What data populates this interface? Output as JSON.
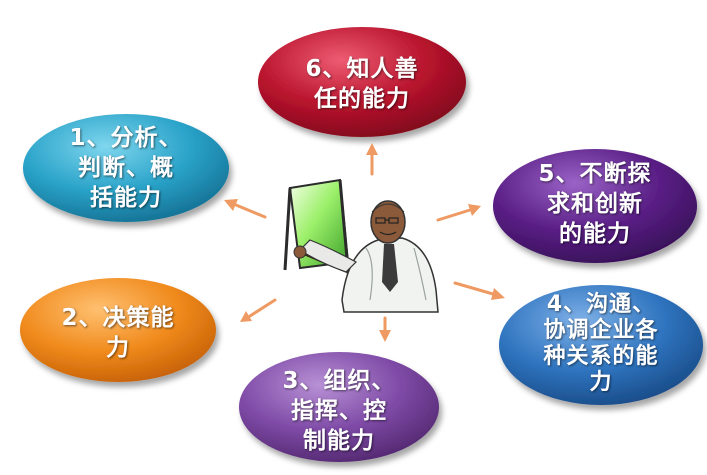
{
  "nodes": [
    {
      "id": "node-1",
      "lines": [
        "1、分析、",
        "判断、概",
        "括能力"
      ],
      "color": "#2aa3c9"
    },
    {
      "id": "node-2",
      "lines": [
        "2、决策能",
        "力"
      ],
      "color": "#f08a1c"
    },
    {
      "id": "node-3",
      "lines": [
        "3、组织、",
        "指挥、控",
        "制能力"
      ],
      "color": "#7e4aa6"
    },
    {
      "id": "node-4",
      "lines": [
        "4、沟通、",
        "协调企业各",
        "种关系的能",
        "力"
      ],
      "color": "#2f74bf"
    },
    {
      "id": "node-5",
      "lines": [
        "5、不断探",
        "求和创新",
        "的能力"
      ],
      "color": "#5a1f86"
    },
    {
      "id": "node-6",
      "lines": [
        "6、知人善",
        "任的能力"
      ],
      "color": "#b8132d"
    }
  ],
  "colors": {
    "arrow": "#ee9a62"
  },
  "center_icon": "presenter-with-chalkboard-icon"
}
